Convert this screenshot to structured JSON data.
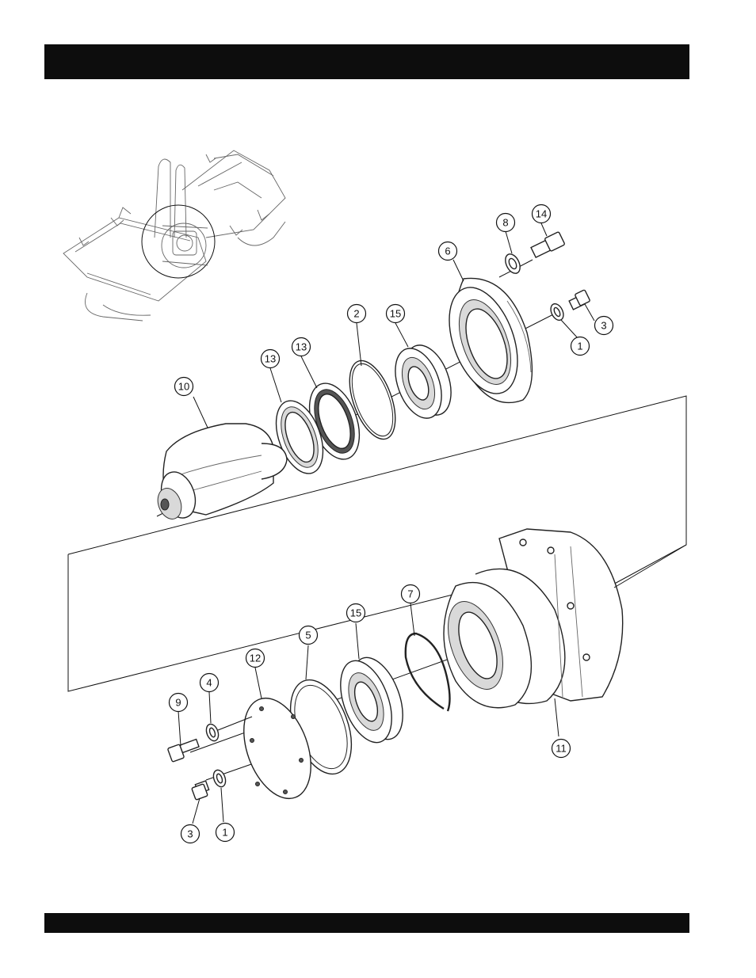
{
  "header_bar": {
    "color": "#0d0d0d"
  },
  "footer_bar": {
    "color": "#0d0d0d"
  },
  "callouts": [
    {
      "id": "c-8",
      "label": "8"
    },
    {
      "id": "c-14",
      "label": "14"
    },
    {
      "id": "c-6",
      "label": "6"
    },
    {
      "id": "c-2",
      "label": "2"
    },
    {
      "id": "c-15a",
      "label": "15"
    },
    {
      "id": "c-3a",
      "label": "3"
    },
    {
      "id": "c-1a",
      "label": "1"
    },
    {
      "id": "c-13a",
      "label": "13"
    },
    {
      "id": "c-13b",
      "label": "13"
    },
    {
      "id": "c-10",
      "label": "10"
    },
    {
      "id": "c-7",
      "label": "7"
    },
    {
      "id": "c-15b",
      "label": "15"
    },
    {
      "id": "c-5",
      "label": "5"
    },
    {
      "id": "c-12",
      "label": "12"
    },
    {
      "id": "c-4",
      "label": "4"
    },
    {
      "id": "c-9",
      "label": "9"
    },
    {
      "id": "c-11",
      "label": "11"
    },
    {
      "id": "c-3b",
      "label": "3"
    },
    {
      "id": "c-1b",
      "label": "1"
    }
  ]
}
